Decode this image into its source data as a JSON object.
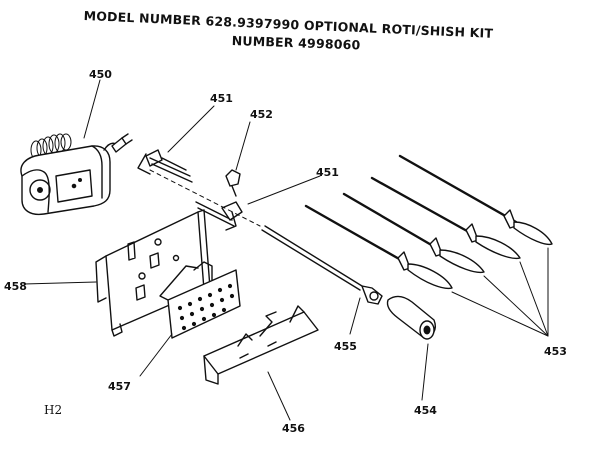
{
  "header": {
    "line1": "MODEL NUMBER 628.9397990 OPTIONAL ROTI/SHISH KIT",
    "line2": "NUMBER 4998060"
  },
  "figure_label": "H2",
  "parts": {
    "p450": "450",
    "p451a": "451",
    "p451b": "451",
    "p452": "452",
    "p453": "453",
    "p454": "454",
    "p455": "455",
    "p456": "456",
    "p457": "457",
    "p458": "458"
  }
}
